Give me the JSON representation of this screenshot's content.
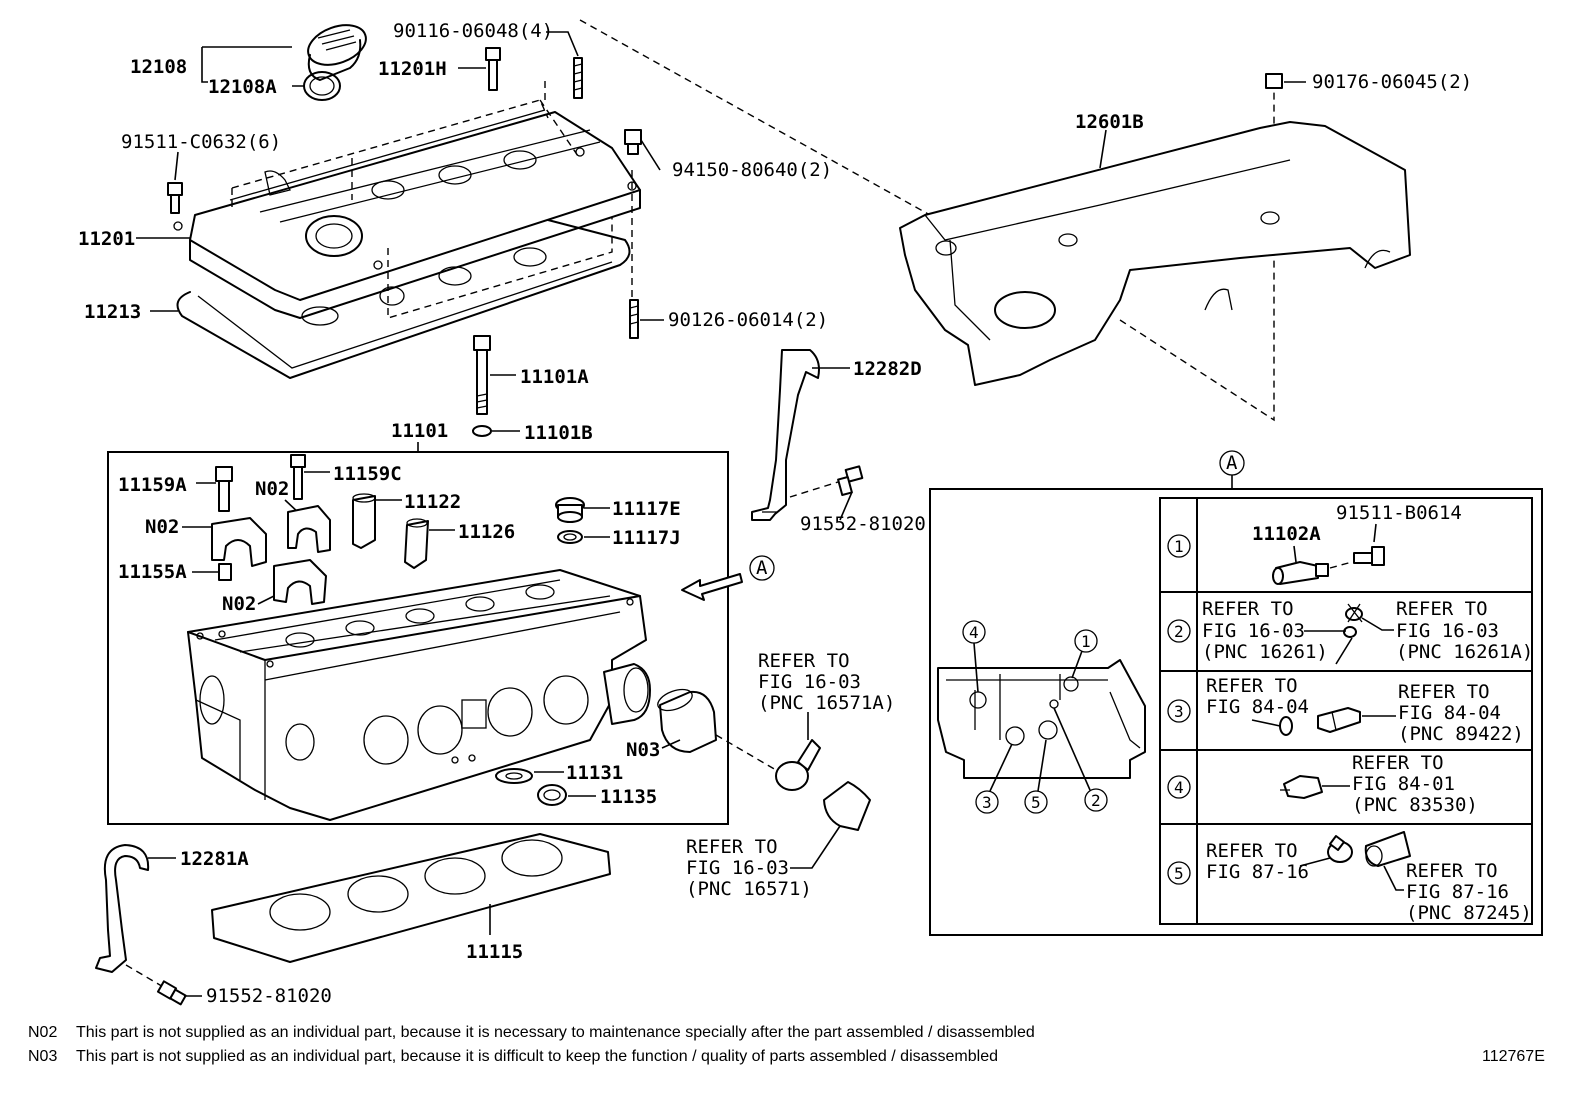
{
  "labels": {
    "p12108": "12108",
    "p12108A": "12108A",
    "p90116": "90116-06048(4)",
    "p11201H": "11201H",
    "p91511_6": "91511-C0632(6)",
    "p94150": "94150-80640(2)",
    "p11201": "11201",
    "p11213": "11213",
    "p90126": "90126-06014(2)",
    "p90176": "90176-06045(2)",
    "p12601B": "12601B",
    "p11101A": "11101A",
    "p11101B": "11101B",
    "p12282D": "12282D",
    "p11101": "11101",
    "p11159A": "11159A",
    "p11159C": "11159C",
    "p11122": "11122",
    "p11126": "11126",
    "p11117E": "11117E",
    "p11117J": "11117J",
    "p11155A": "11155A",
    "n02_a": "N02",
    "n02_b": "N02",
    "n02_c": "N02",
    "n03": "N03",
    "p11131": "11131",
    "p11135": "11135",
    "p91552_upper": "91552-81020",
    "p12281A": "12281A",
    "p11115": "11115",
    "p91552_lower": "91552-81020",
    "callout_a": "A",
    "callout_a_box": "A"
  },
  "refer_center": {
    "upper": [
      "REFER TO",
      "FIG 16-03",
      "(PNC 16571A)"
    ],
    "lower": [
      "REFER TO",
      "FIG 16-03",
      "(PNC 16571)"
    ]
  },
  "detail_table": {
    "row1": {
      "num": "1",
      "part": "11102A",
      "bolt": "91511-B0614"
    },
    "row2": {
      "num": "2",
      "left": [
        "REFER TO",
        "FIG 16-03",
        "(PNC 16261)"
      ],
      "right": [
        "REFER TO",
        "FIG 16-03",
        "(PNC 16261A)"
      ]
    },
    "row3": {
      "num": "3",
      "left": [
        "REFER TO",
        "FIG 84-04"
      ],
      "right": [
        "REFER TO",
        "FIG 84-04",
        "(PNC 89422)"
      ]
    },
    "row4": {
      "num": "4",
      "right": [
        "REFER TO",
        "FIG 84-01",
        "(PNC 83530)"
      ]
    },
    "row5": {
      "num": "5",
      "left": [
        "REFER TO",
        "FIG 87-16"
      ],
      "right": [
        "REFER TO",
        "FIG 87-16",
        "(PNC 87245)"
      ]
    }
  },
  "block_callouts": [
    "4",
    "1",
    "3",
    "5",
    "2"
  ],
  "notes": [
    {
      "code": "N02",
      "text": "This part is not supplied as an individual part, because it is necessary to maintenance specially after the part assembled / disassembled"
    },
    {
      "code": "N03",
      "text": "This part is not supplied as an individual part, because it is difficult to keep the function / quality of parts  assembled / disassembled"
    }
  ],
  "figure_id": "112767E"
}
